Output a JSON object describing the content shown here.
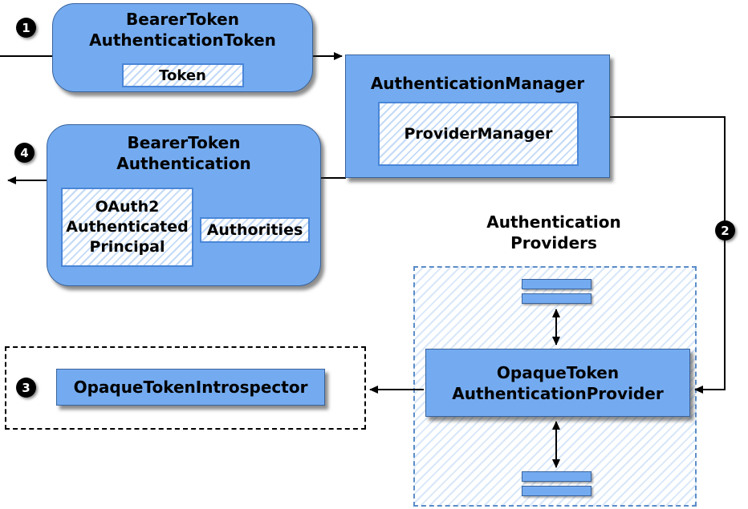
{
  "diagram": {
    "badges": {
      "step1": "1",
      "step2": "2",
      "step3": "3",
      "step4": "4"
    },
    "nodes": {
      "bearer_token_auth_token": {
        "title": "BearerToken\nAuthenticationToken",
        "inner": "Token"
      },
      "authentication_manager": {
        "title": "AuthenticationManager",
        "inner": "ProviderManager"
      },
      "bearer_token_authentication": {
        "title": "BearerToken\nAuthentication",
        "principal": "OAuth2\nAuthenticated\nPrincipal",
        "authorities": "Authorities"
      },
      "opaque_token_authentication_provider": {
        "title": "OpaqueToken\nAuthenticationProvider"
      },
      "opaque_token_introspector": {
        "title": "OpaqueTokenIntrospector"
      }
    },
    "labels": {
      "authentication_providers": "Authentication\nProviders"
    },
    "colors": {
      "node_fill": "#74abf0",
      "node_border": "#38629c",
      "hatch_stripe": "#c3daf7",
      "providers_area_stripe": "#d8e7f9",
      "dashed_border": "#5b8cc8",
      "arrow": "#000000",
      "badge_bg": "#000000",
      "badge_text": "#ffffff"
    }
  }
}
